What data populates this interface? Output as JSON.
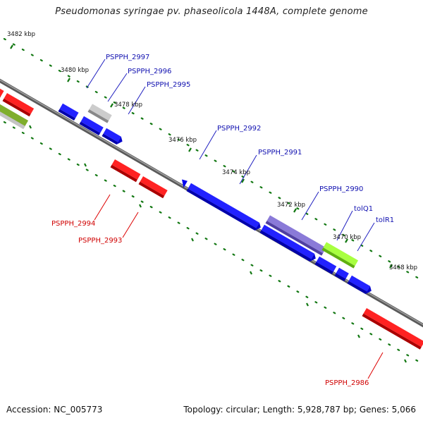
{
  "title": "Pseudomonas syringae pv. phaseolicola 1448A, complete genome",
  "footer": {
    "accession": "Accession: NC_005773",
    "topology": "Topology: circular; Length: 5,928,787 bp; Genes: 5,066"
  },
  "ticks": [
    "3482 kbp",
    "3480 kbp",
    "3478 kbp",
    "3476 kbp",
    "3474 kbp",
    "3472 kbp",
    "3470 kbp",
    "3468 kbp"
  ],
  "genes_forward": [
    "PSPPH_2997",
    "PSPPH_2996",
    "PSPPH_2995",
    "PSPPH_2992",
    "PSPPH_2991",
    "PSPPH_2990",
    "tolQ1",
    "tolR1"
  ],
  "genes_reverse": [
    "PSPPH_2994",
    "PSPPH_2993",
    "PSPPH_2986"
  ],
  "colors": {
    "cds_forward": "#0000ee",
    "cds_reverse": "#ee0000",
    "cds_gray": "#b8b8b8",
    "cds_olive": "#6f9a22",
    "cds_purple": "#7b68cc",
    "cds_green": "#88ee22",
    "backbone": "#808080",
    "ticks": "#117711",
    "label_forward": "#1010b0",
    "label_reverse": "#d00000"
  }
}
